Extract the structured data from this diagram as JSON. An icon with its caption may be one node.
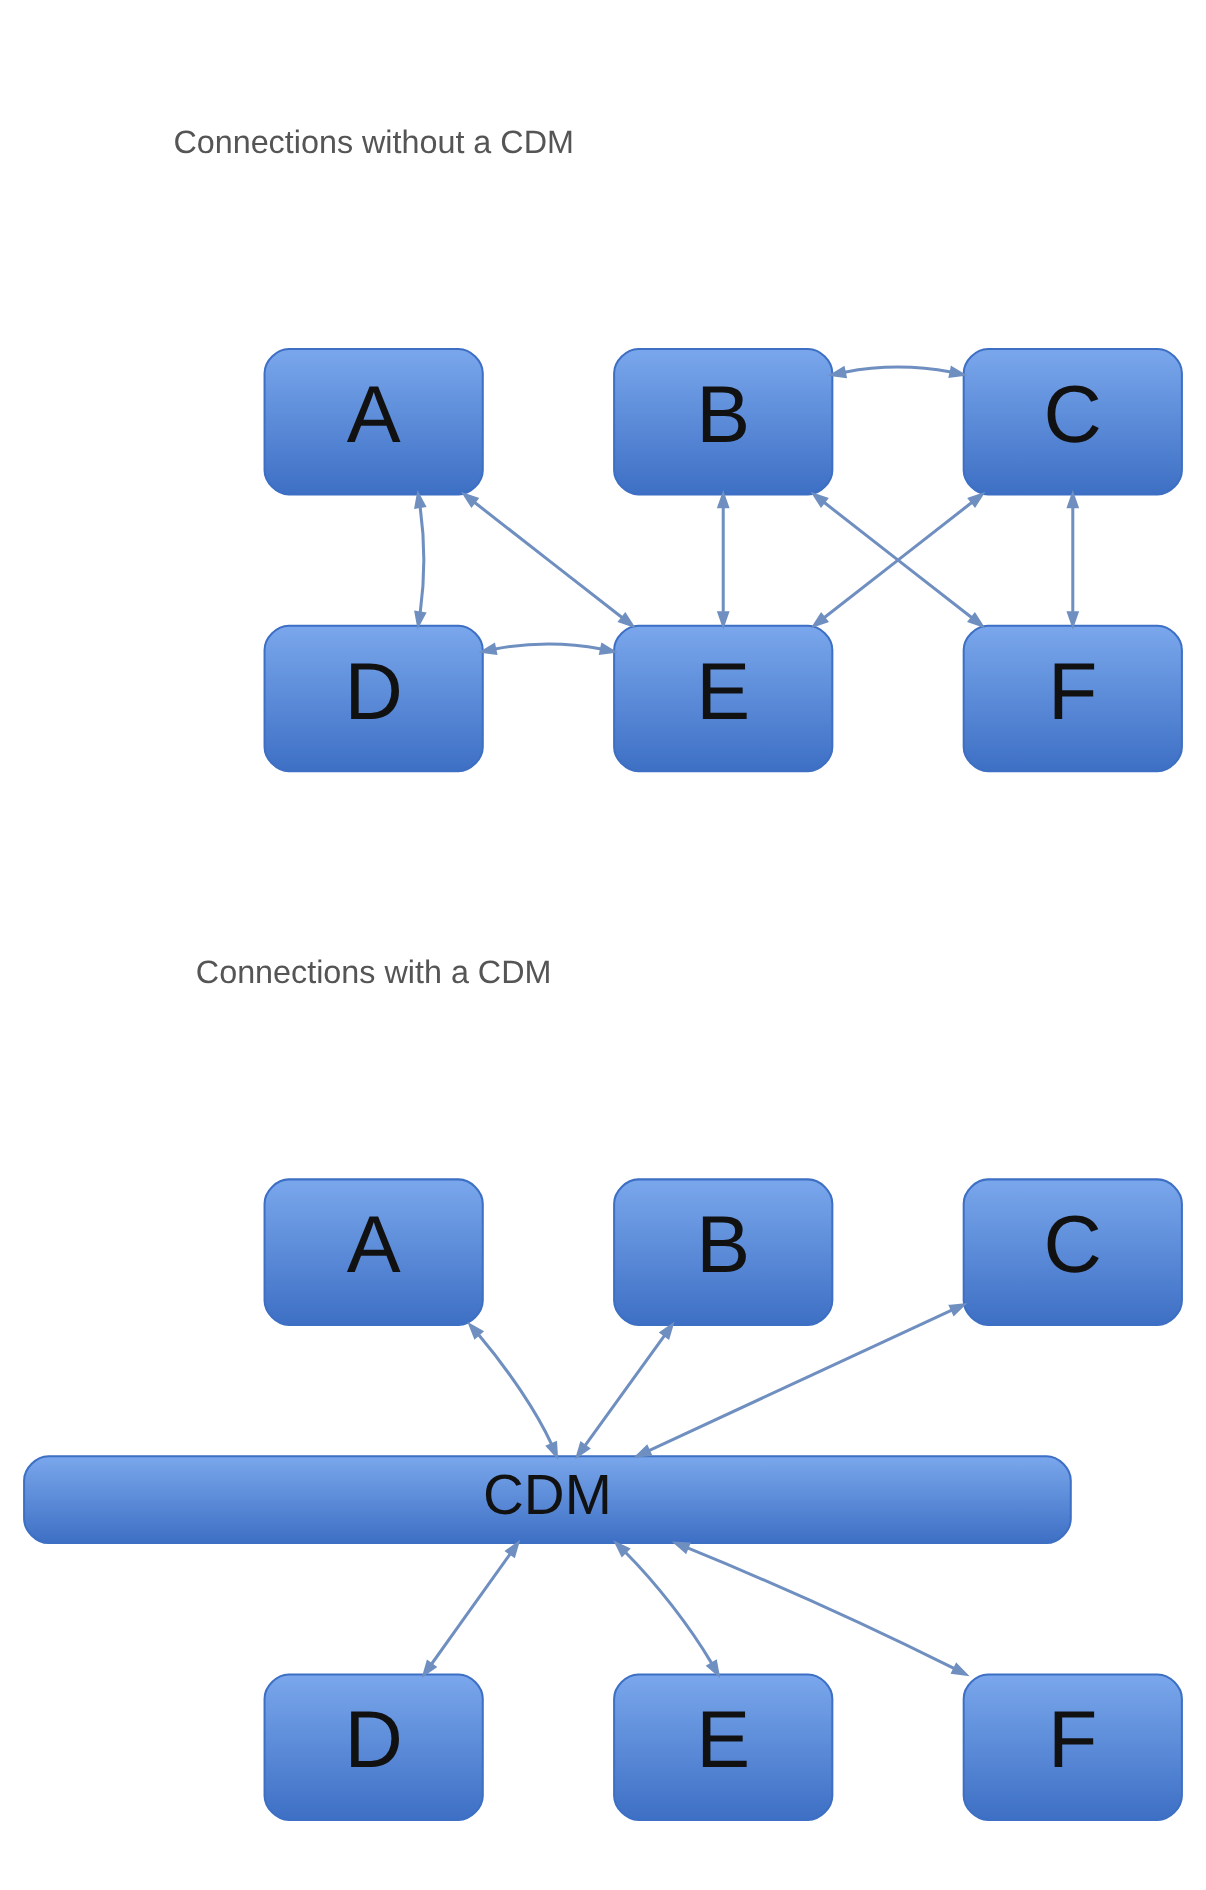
{
  "diagram": {
    "nodes": [
      {
        "text": [
          "A"
        ]
      },
      {
        "text": [
          "B"
        ]
      },
      {
        "text": [
          "C"
        ]
      },
      {
        "text": [
          "D"
        ]
      },
      {
        "text": [
          "E"
        ]
      },
      {
        "text": [
          "F"
        ]
      },
      {
        "text": [
          "A"
        ]
      },
      {
        "text": [
          "B"
        ]
      },
      {
        "text": [
          "C"
        ]
      },
      {
        "text": [
          "CDM"
        ]
      },
      {
        "text": [
          "D"
        ]
      },
      {
        "text": [
          "E"
        ]
      },
      {
        "text": [
          "F"
        ]
      }
    ],
    "edges": [
      {
        "from": 1,
        "to": 2,
        "arrow": "both"
      },
      {
        "from": 0,
        "to": 3,
        "arrow": "both"
      },
      {
        "from": 0,
        "to": 4,
        "arrow": "both"
      },
      {
        "from": 1,
        "to": 4,
        "arrow": "both"
      },
      {
        "from": 1,
        "to": 5,
        "arrow": "both"
      },
      {
        "from": 2,
        "to": 4,
        "arrow": "both"
      },
      {
        "from": 2,
        "to": 5,
        "arrow": "both"
      },
      {
        "from": 3,
        "to": 4,
        "arrow": "both"
      },
      {
        "from": 6,
        "to": 9,
        "arrow": "both"
      },
      {
        "from": 7,
        "to": 9,
        "arrow": "both"
      },
      {
        "from": 8,
        "to": 9,
        "arrow": "both"
      },
      {
        "from": 10,
        "to": 9,
        "arrow": "both"
      },
      {
        "from": 11,
        "to": 9,
        "arrow": "both"
      },
      {
        "from": 12,
        "to": 9,
        "arrow": "both"
      }
    ],
    "labels": [
      "Connections without a CDM",
      "Connections with a CDM"
    ]
  }
}
